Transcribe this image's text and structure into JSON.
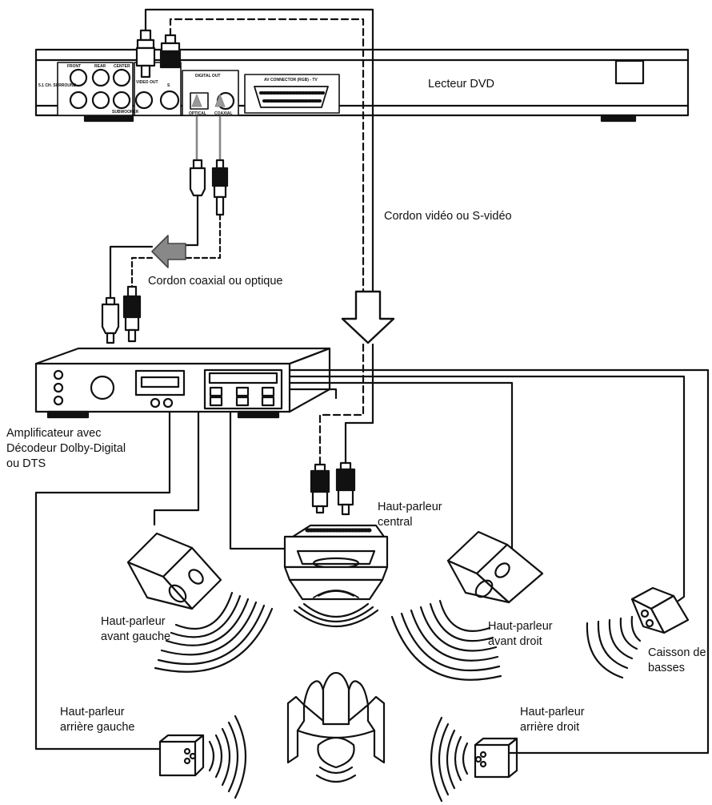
{
  "labels": {
    "dvd_player": "Lecteur DVD",
    "video_cable": "Cordon vidéo ou S-vidéo",
    "coax_cable": "Cordon coaxial ou optique",
    "amplifier": [
      "Amplificateur avec",
      "Décodeur Dolby-Digital",
      "ou DTS"
    ],
    "center_speaker": [
      "Haut-parleur",
      "central"
    ],
    "front_left_speaker": [
      "Haut-parleur",
      "avant gauche"
    ],
    "front_right_speaker": [
      "Haut-parleur",
      "avant droit"
    ],
    "subwoofer": [
      "Caisson de",
      "basses"
    ],
    "rear_left_speaker": [
      "Haut-parleur",
      "arrière gauche"
    ],
    "rear_right_speaker": [
      "Haut-parleur",
      "arrière droit"
    ]
  },
  "panel_text": {
    "surround": "5.1 CH. SURROUND",
    "front": "FRONT",
    "rear": "REAR",
    "center": "CENTER",
    "subwoofer": "SUBWOOFER",
    "video_out": "VIDEO OUT",
    "s_video": "S",
    "digital_out": "DIGITAL OUT",
    "optical": "OPTICAL",
    "coaxial": "COAXIAL",
    "av_connector": "AV CONNECTOR (RGB) - TV"
  }
}
